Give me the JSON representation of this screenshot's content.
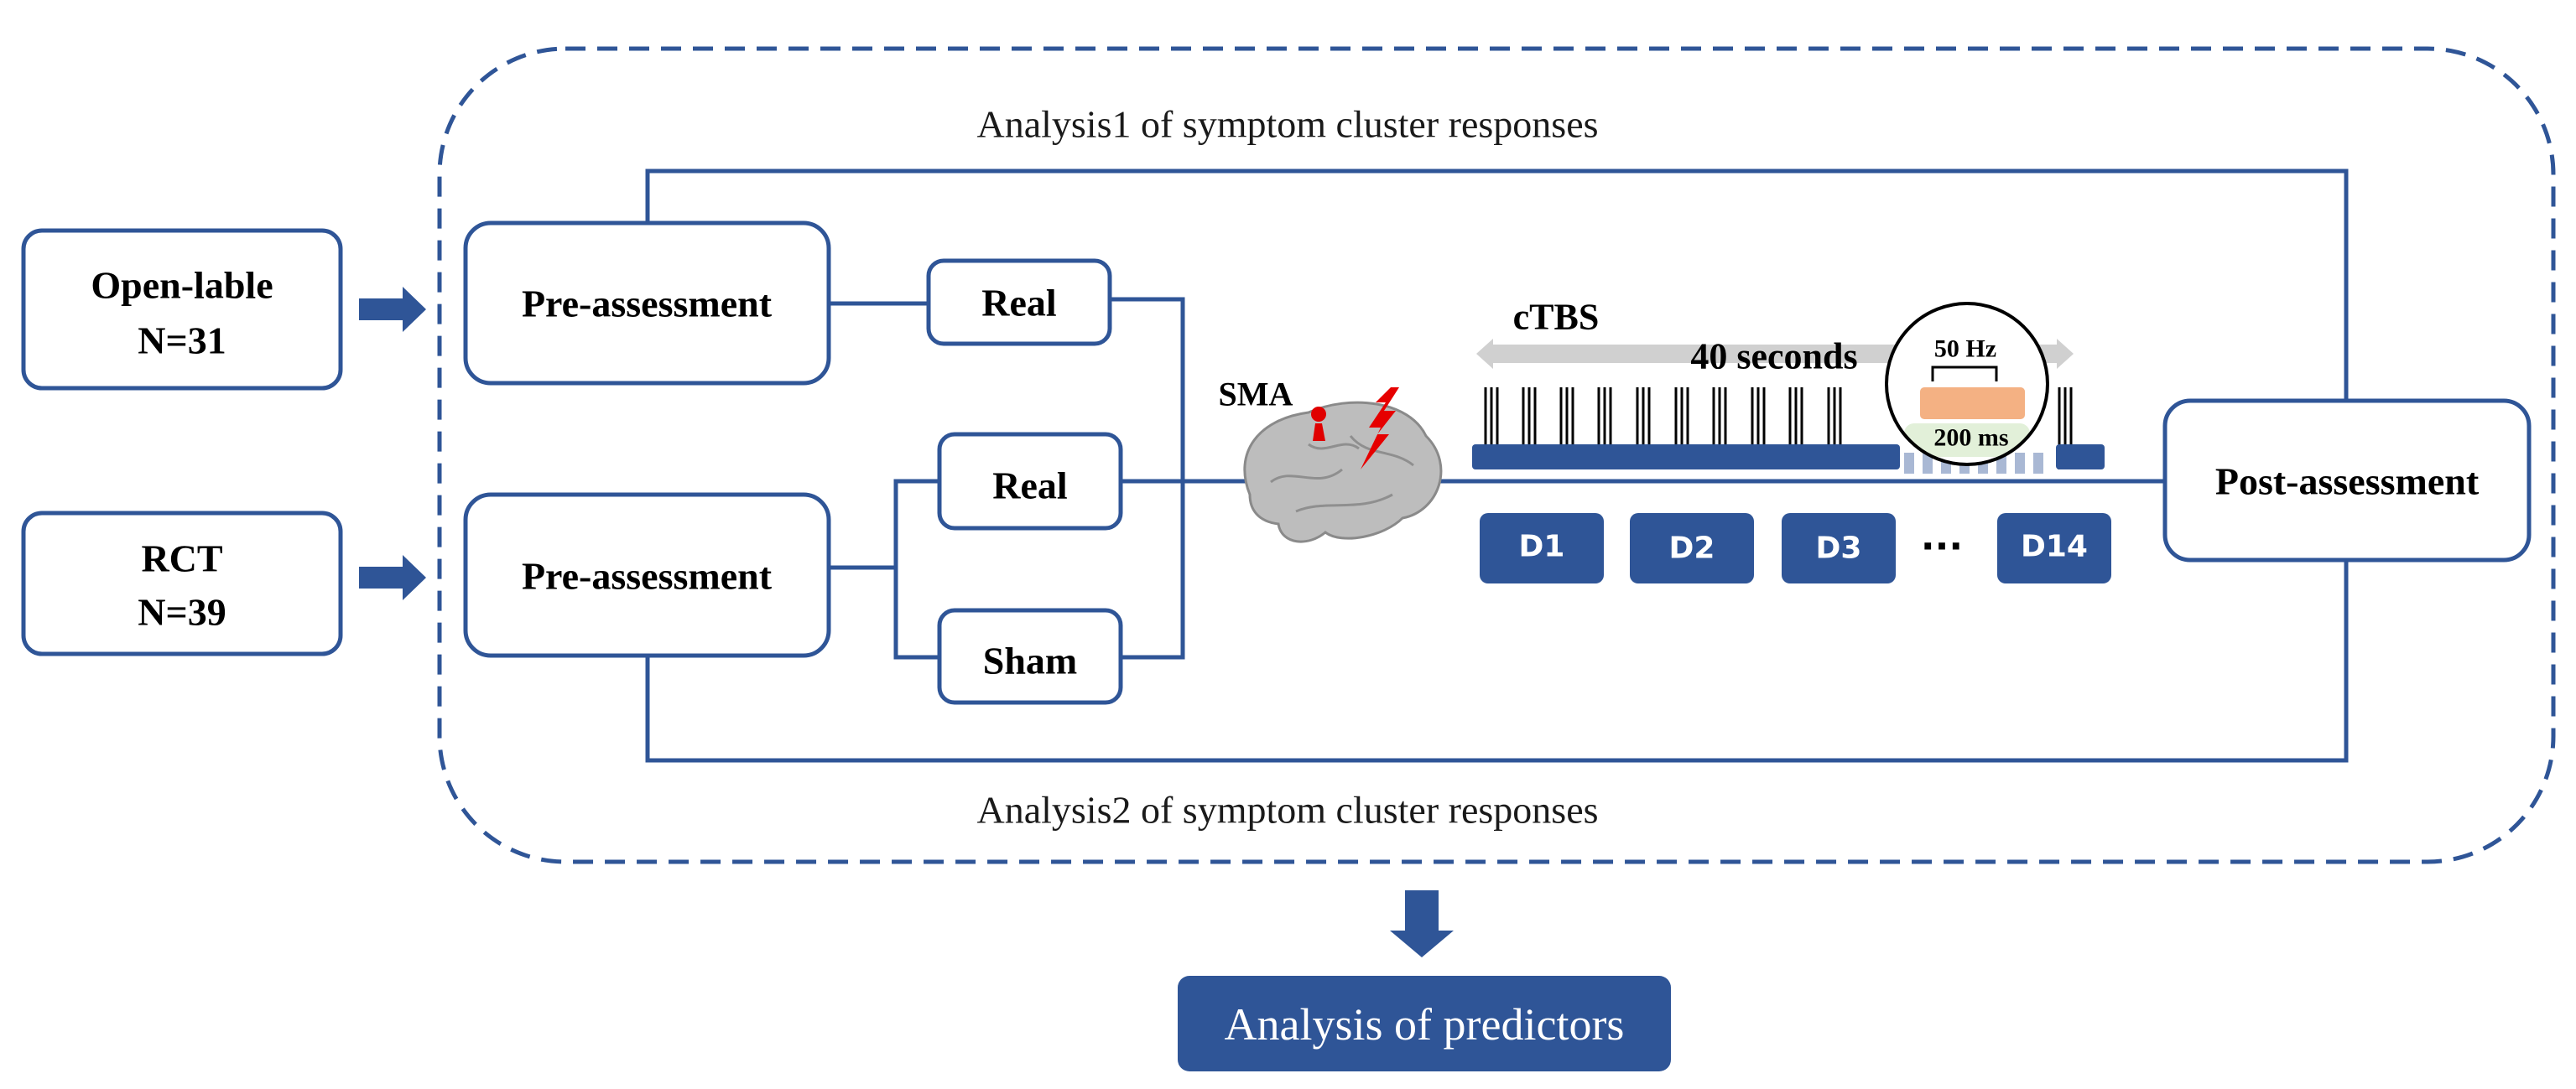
{
  "colors": {
    "primary": "#2f5597",
    "box_fill": "#ffffff",
    "day_fill": "#2f5597",
    "predictor_fill": "#2f5597",
    "arrow_gray": "#d0d0d0",
    "burst_fill": "#f4b183",
    "interval_fill": "#e2f0d9",
    "target_dot": "#e00000",
    "brain_gray": "#b8b8b8"
  },
  "groups": {
    "open_label": {
      "line1": "Open-lable",
      "line2": "N=31"
    },
    "rct": {
      "line1": "RCT",
      "line2": "N=39"
    }
  },
  "boxes": {
    "pre_assessment_1": "Pre-assessment",
    "pre_assessment_2": "Pre-assessment",
    "real_1": "Real",
    "real_2": "Real",
    "sham": "Sham",
    "post_assessment": "Post-assessment"
  },
  "analysis": {
    "top": "Analysis1 of symptom cluster responses",
    "bottom": "Analysis2 of symptom cluster responses",
    "predictors": "Analysis of predictors"
  },
  "stimulation": {
    "target": "SMA",
    "protocol": "cTBS",
    "duration": "40 seconds",
    "frequency": "50 Hz",
    "interval": "200 ms",
    "days": [
      "D1",
      "D2",
      "D3",
      "D14"
    ],
    "ellipsis": "···"
  }
}
